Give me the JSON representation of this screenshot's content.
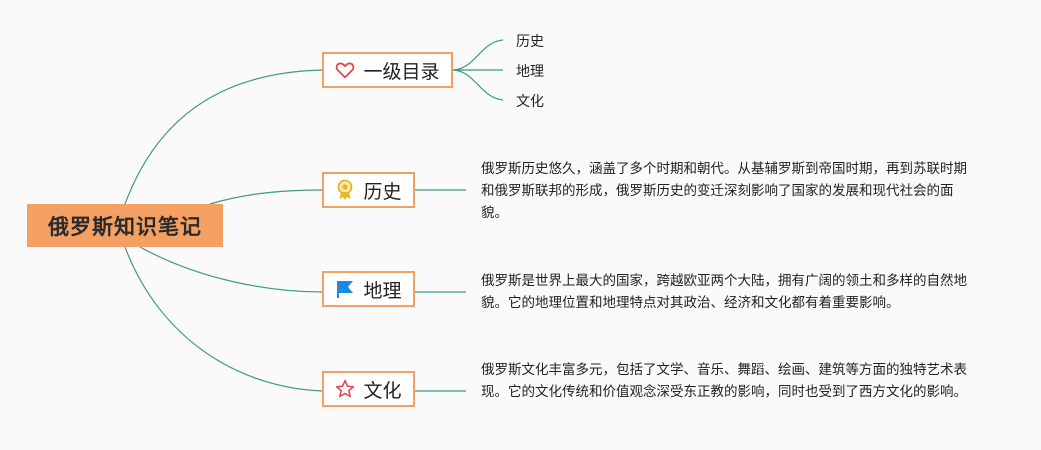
{
  "root": {
    "label": "俄罗斯知识笔记"
  },
  "branches": [
    {
      "label": "一级目录",
      "icon": "heart-icon",
      "children": [
        "历史",
        "地理",
        "文化"
      ]
    },
    {
      "label": "历史",
      "icon": "award-medal-icon",
      "note": "俄罗斯历史悠久，涵盖了多个时期和朝代。从基辅罗斯到帝国时期，再到苏联时期和俄罗斯联邦的形成，俄罗斯历史的变迁深刻影响了国家的发展和现代社会的面貌。"
    },
    {
      "label": "地理",
      "icon": "flag-icon",
      "note": "俄罗斯是世界上最大的国家，跨越欧亚两个大陆，拥有广阔的领土和多样的自然地貌。它的地理位置和地理特点对其政治、经济和文化都有着重要影响。"
    },
    {
      "label": "文化",
      "icon": "star-icon",
      "note": "俄罗斯文化丰富多元，包括了文学、音乐、舞蹈、绘画、建筑等方面的独特艺术表现。它的文化传统和价值观念深受东正教的影响，同时也受到了西方文化的影响。"
    }
  ],
  "colors": {
    "accent": "#f4a062",
    "line": "#3f9a86",
    "heart": "#e0494b",
    "medal": "#e8b62a",
    "flag": "#1e88e5",
    "star": "#e0494b"
  }
}
